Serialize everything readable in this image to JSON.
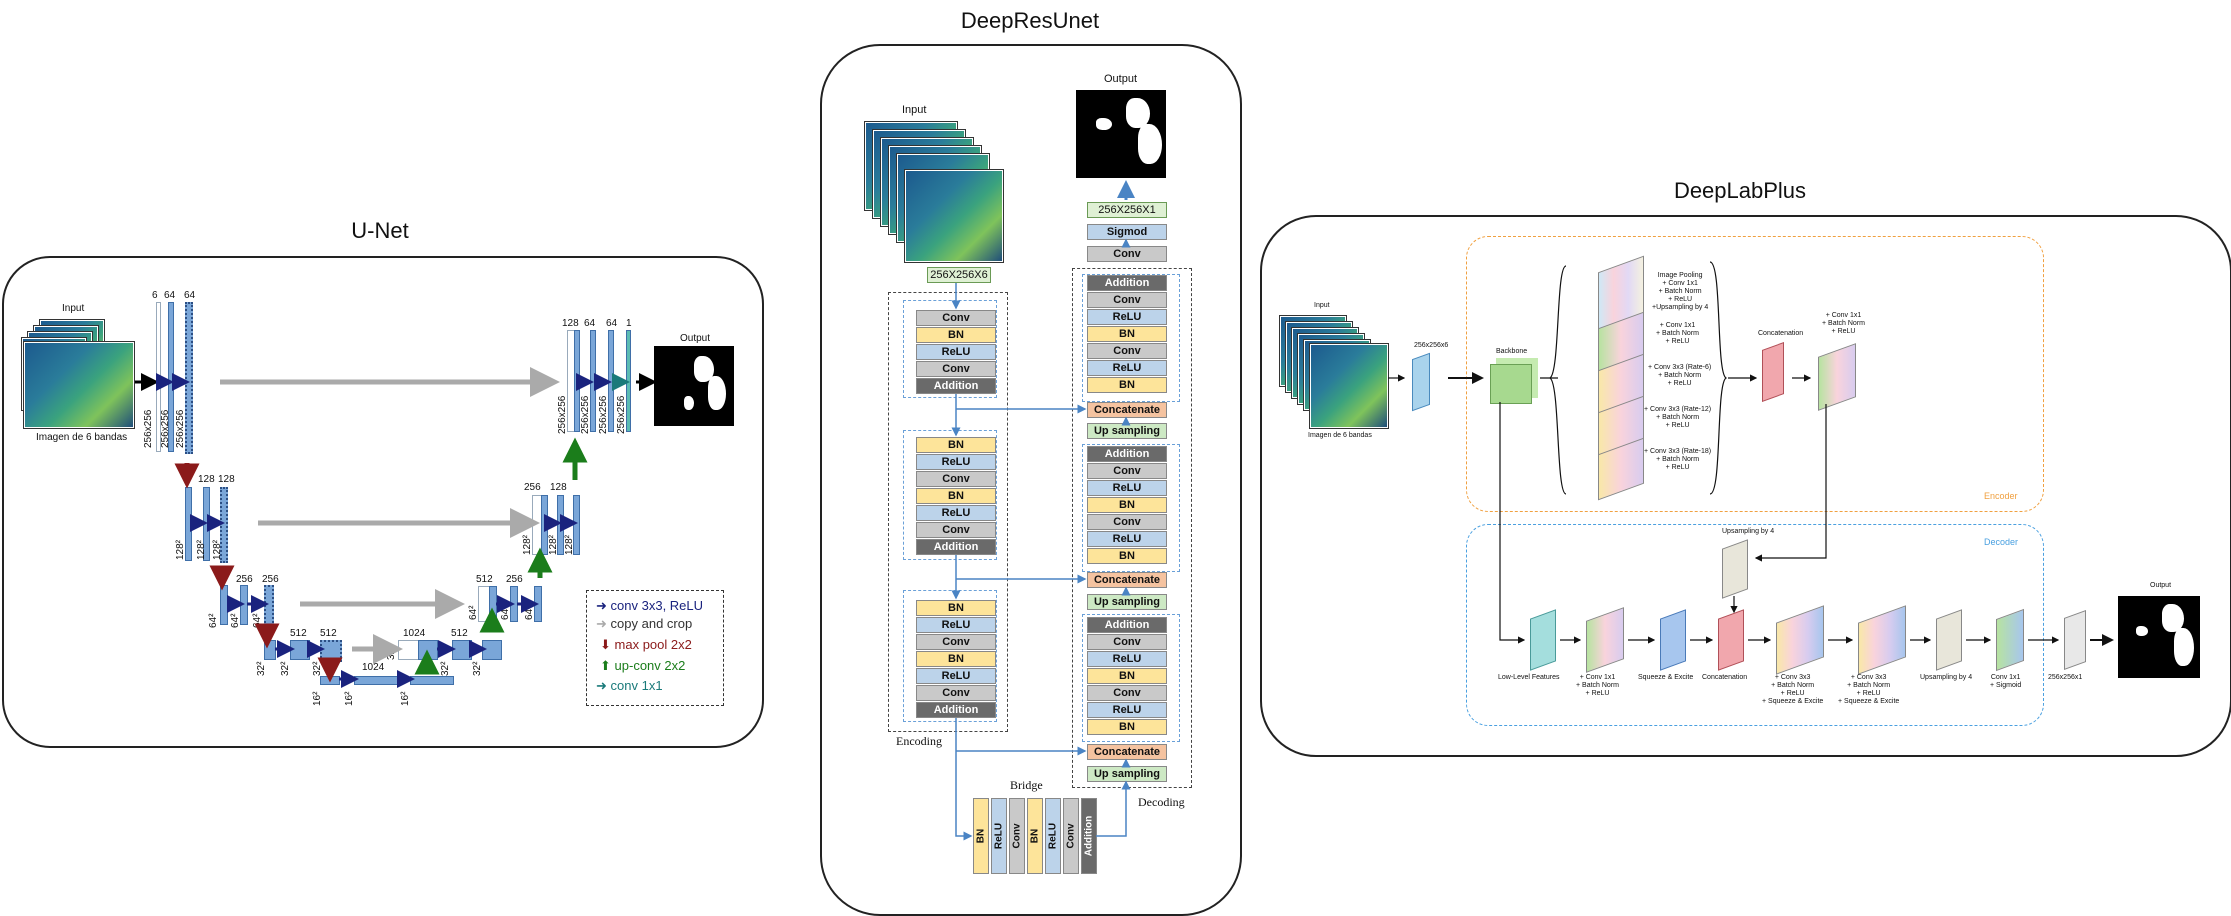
{
  "titles": {
    "unet": "U-Net",
    "deepresunet": "DeepResUnet",
    "deeplab": "DeepLabPlus"
  },
  "unet": {
    "input_label": "Input",
    "input_caption": "Imagen de 6 bandas",
    "output_label": "Output",
    "channels_top_left": [
      "6",
      "64",
      "64"
    ],
    "channels_top_right": [
      "128",
      "64",
      "64",
      "1"
    ],
    "channels_l2_left": [
      "128",
      "128"
    ],
    "channels_l2_right": [
      "256",
      "128"
    ],
    "channels_l3_left": [
      "256",
      "256"
    ],
    "channels_l3_right": [
      "512",
      "256"
    ],
    "channels_l4_left": [
      "512",
      "512"
    ],
    "channels_l4_right": [
      "1024",
      "512"
    ],
    "channels_bottom": "1024",
    "size_256": "256x256",
    "size_128": "128²",
    "size_64": "64²",
    "size_32": "32²",
    "size_16": "16²",
    "legend": [
      {
        "label": "conv 3x3, ReLU",
        "color": "#1a237e"
      },
      {
        "label": "copy and crop",
        "color": "#555555"
      },
      {
        "label": "max pool 2x2",
        "color": "#8b1a1a"
      },
      {
        "label": "up-conv 2x2",
        "color": "#1b7d1b"
      },
      {
        "label": "conv 1x1",
        "color": "#1a7a7a"
      }
    ]
  },
  "deepresunet": {
    "input_label": "Input",
    "output_label": "Output",
    "input_shape": "256X256X6",
    "output_shape": "256X256X1",
    "encoding_label": "Encoding",
    "decoding_label": "Decoding",
    "bridge_label": "Bridge",
    "enc1": [
      "Conv",
      "BN",
      "ReLU",
      "Conv",
      "Addition"
    ],
    "enc2": [
      "BN",
      "ReLU",
      "Conv",
      "BN",
      "ReLU",
      "Conv",
      "Addition"
    ],
    "enc3": [
      "BN",
      "ReLU",
      "Conv",
      "BN",
      "ReLU",
      "Conv",
      "Addition"
    ],
    "bridge": [
      "BN",
      "ReLU",
      "Conv",
      "BN",
      "ReLU",
      "Conv",
      "Addition"
    ],
    "dec_top": [
      "Conv",
      "Sigmod"
    ],
    "dec1": [
      "Addition",
      "Conv",
      "ReLU",
      "BN",
      "Conv",
      "ReLU",
      "BN",
      "Concatenate",
      "Up sampling"
    ],
    "dec2": [
      "Addition",
      "Conv",
      "ReLU",
      "BN",
      "Conv",
      "ReLU",
      "BN",
      "Concatenate",
      "Up sampling"
    ],
    "dec3": [
      "Addition",
      "Conv",
      "ReLU",
      "BN",
      "Conv",
      "ReLU",
      "BN",
      "Concatenate",
      "Up sampling"
    ]
  },
  "deeplab": {
    "input_label": "Input",
    "input_caption": "Imagen de 6 bandas",
    "input_shape": "256x256x6",
    "backbone": "Backbone",
    "aspp": [
      "Image Pooling\n+ Conv 1x1\n+ Batch Norm\n+ ReLU\n+Upsampling by 4",
      "+ Conv 1x1\n+ Batch Norm\n+ ReLU",
      "+ Conv 3x3 (Rate-6)\n+ Batch Norm\n+ ReLU",
      "+ Conv 3x3 (Rate-12)\n+ Batch Norm\n+ ReLU",
      "+ Conv 3x3 (Rate-18)\n+ Batch Norm\n+ ReLU"
    ],
    "concat_top": "Concatenation",
    "after_concat": "+ Conv 1x1\n+ Batch Norm\n+ ReLU",
    "encoder": "Encoder",
    "decoder": "Decoder",
    "upsample_top": "Upsampling by 4",
    "low_level": "Low-Level Features",
    "ll_conv": "+ Conv 1x1\n+ Batch Norm\n+ ReLU",
    "squeeze": "Squeeze & Excite",
    "concat_bottom": "Concatenation",
    "conv3a": "+ Conv 3x3\n+ Batch Norm\n+ ReLU\n+ Squeeze & Excite",
    "conv3b": "+ Conv 3x3\n+ Batch Norm\n+ ReLU\n+ Squeeze & Excite",
    "upsample_bottom": "Upsampling by 4",
    "final_conv": "Conv 1x1\n+ Sigmoid",
    "output_shape": "256x256x1",
    "output_label": "Output"
  }
}
